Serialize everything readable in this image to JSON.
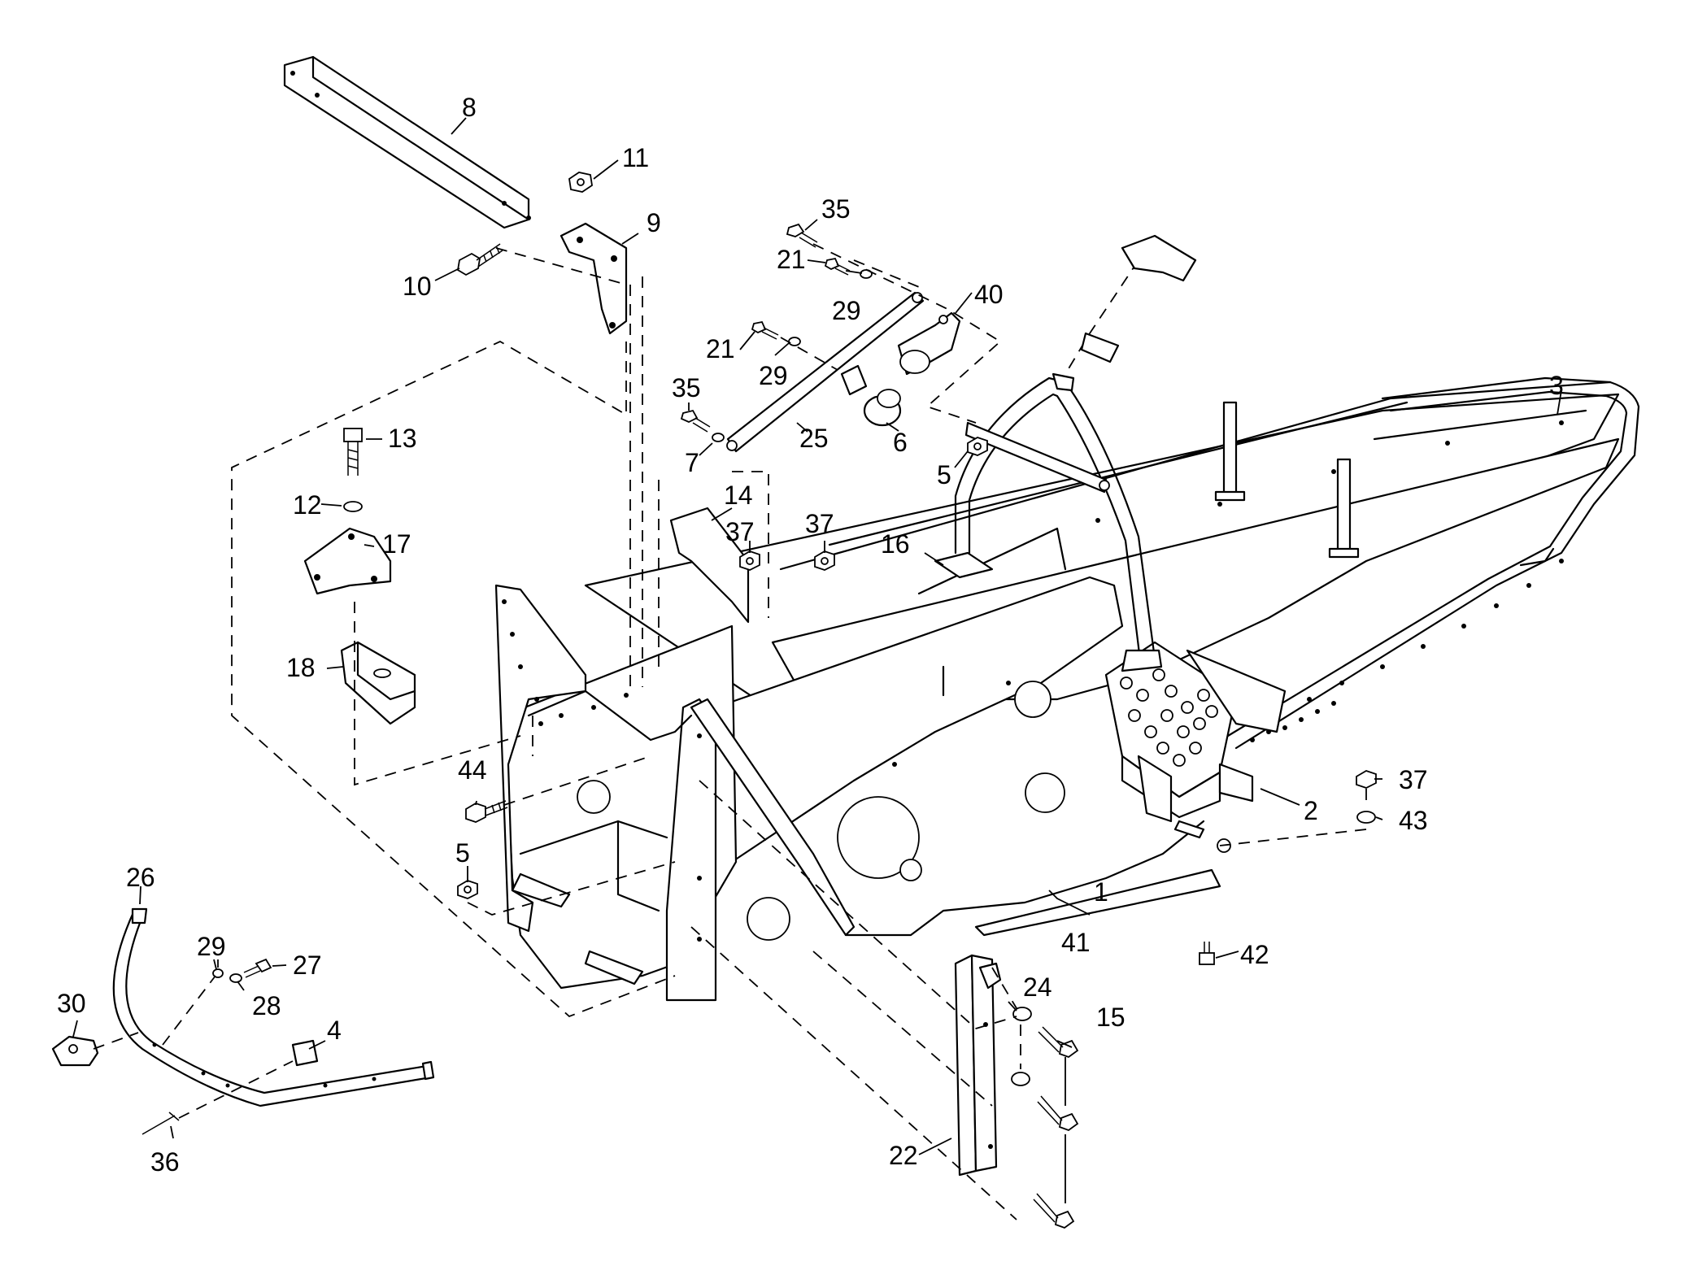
{
  "callouts": [
    {
      "id": "p1",
      "label": "1"
    },
    {
      "id": "p2",
      "label": "2"
    },
    {
      "id": "p3",
      "label": "3"
    },
    {
      "id": "p4",
      "label": "4"
    },
    {
      "id": "p5a",
      "label": "5"
    },
    {
      "id": "p5b",
      "label": "5"
    },
    {
      "id": "p6",
      "label": "6"
    },
    {
      "id": "p7",
      "label": "7"
    },
    {
      "id": "p8",
      "label": "8"
    },
    {
      "id": "p9",
      "label": "9"
    },
    {
      "id": "p10",
      "label": "10"
    },
    {
      "id": "p11",
      "label": "11"
    },
    {
      "id": "p12",
      "label": "12"
    },
    {
      "id": "p13",
      "label": "13"
    },
    {
      "id": "p14",
      "label": "14"
    },
    {
      "id": "p15",
      "label": "15"
    },
    {
      "id": "p16",
      "label": "16"
    },
    {
      "id": "p17",
      "label": "17"
    },
    {
      "id": "p18",
      "label": "18"
    },
    {
      "id": "p21a",
      "label": "21"
    },
    {
      "id": "p21b",
      "label": "21"
    },
    {
      "id": "p22",
      "label": "22"
    },
    {
      "id": "p24",
      "label": "24"
    },
    {
      "id": "p25",
      "label": "25"
    },
    {
      "id": "p26",
      "label": "26"
    },
    {
      "id": "p27",
      "label": "27"
    },
    {
      "id": "p28",
      "label": "28"
    },
    {
      "id": "p29a",
      "label": "29"
    },
    {
      "id": "p29b",
      "label": "29"
    },
    {
      "id": "p29c",
      "label": "29"
    },
    {
      "id": "p30",
      "label": "30"
    },
    {
      "id": "p35a",
      "label": "35"
    },
    {
      "id": "p35b",
      "label": "35"
    },
    {
      "id": "p36",
      "label": "36"
    },
    {
      "id": "p37a",
      "label": "37"
    },
    {
      "id": "p37b",
      "label": "37"
    },
    {
      "id": "p37c",
      "label": "37"
    },
    {
      "id": "p40",
      "label": "40"
    },
    {
      "id": "p41",
      "label": "41"
    },
    {
      "id": "p42",
      "label": "42"
    },
    {
      "id": "p43",
      "label": "43"
    },
    {
      "id": "p44",
      "label": "44"
    }
  ]
}
